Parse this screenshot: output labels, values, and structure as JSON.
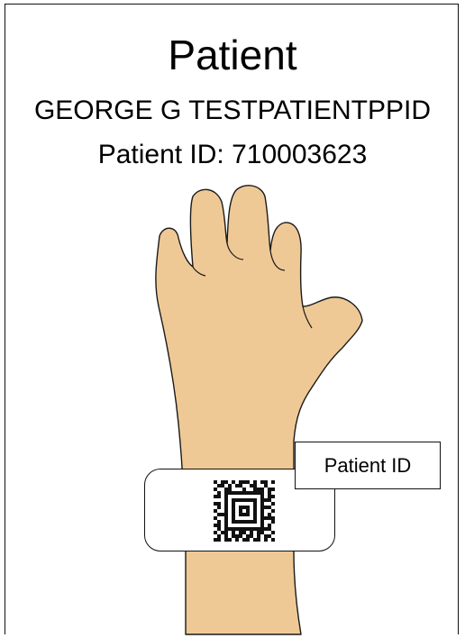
{
  "card": {
    "title": "Patient",
    "patient_name": "GEORGE G TESTPATIENTPPID",
    "patient_id_line": "Patient ID: 710003623"
  },
  "wristband": {
    "callout_label": "Patient ID"
  },
  "colors": {
    "skin": "#efc995",
    "outline": "#1a1a1a",
    "border": "#111111"
  },
  "icons": {
    "hand": "raised-hand-icon",
    "barcode": "2d-barcode-icon"
  }
}
